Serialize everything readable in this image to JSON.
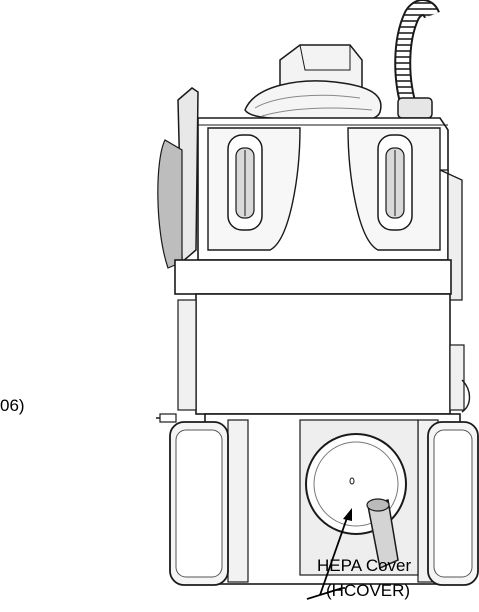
{
  "figure": {
    "cut_label": "06)",
    "callout": {
      "line1": "HEPA Cover",
      "line2": "(HCOVER)"
    }
  },
  "colors": {
    "outline": "#1a1a1a",
    "body_fill": "#ffffff",
    "shade": "#e6e6e6",
    "dark_shade": "#9a9a9a"
  }
}
